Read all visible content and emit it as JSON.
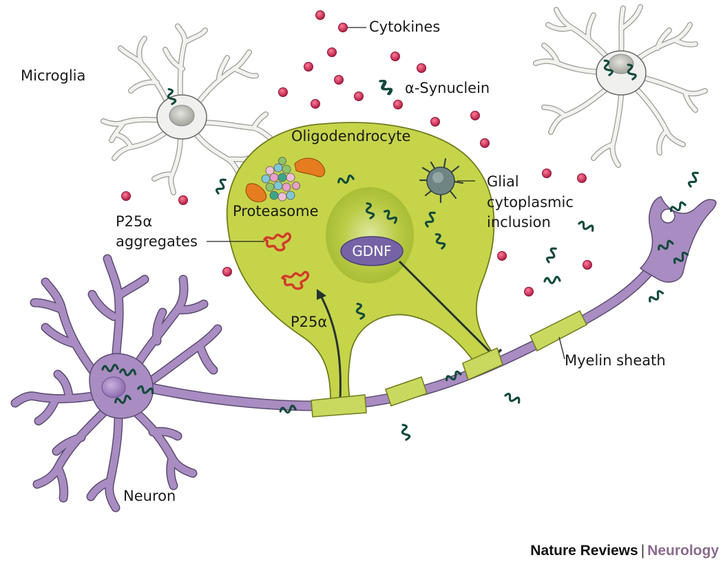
{
  "labels": {
    "cytokines": "Cytokines",
    "alpha_synuclein": "α-Synuclein",
    "microglia": "Microglia",
    "oligodendrocyte": "Oligodendrocyte",
    "glial_inclusion_line1": "Glial",
    "glial_inclusion_line2": "cytoplasmic",
    "glial_inclusion_line3": "inclusion",
    "proteasome": "Proteasome",
    "p25a_aggregates_line1": "P25α",
    "p25a_aggregates_line2": "aggregates",
    "gdnf": "GDNF",
    "p25a": "P25α",
    "myelin_sheath": "Myelin sheath",
    "neuron": "Neuron"
  },
  "credit": {
    "publisher": "Nature Reviews",
    "separator": "|",
    "journal": "Neurology"
  },
  "colors": {
    "oligodendrocyte_fill": "#c6d44a",
    "nucleus_fill": "#a9bd35",
    "neuron_fill": "#a98cc2",
    "myelin_fill": "#c9d85e",
    "microglia_fill": "#f0f0ee",
    "cytokine_fill": "#c8315a",
    "synuclein_stroke": "#124a3c",
    "p25a_stroke": "#d23a2a",
    "gdnf_fill": "#7663a6",
    "inclusion_fill": "#6f8584"
  }
}
